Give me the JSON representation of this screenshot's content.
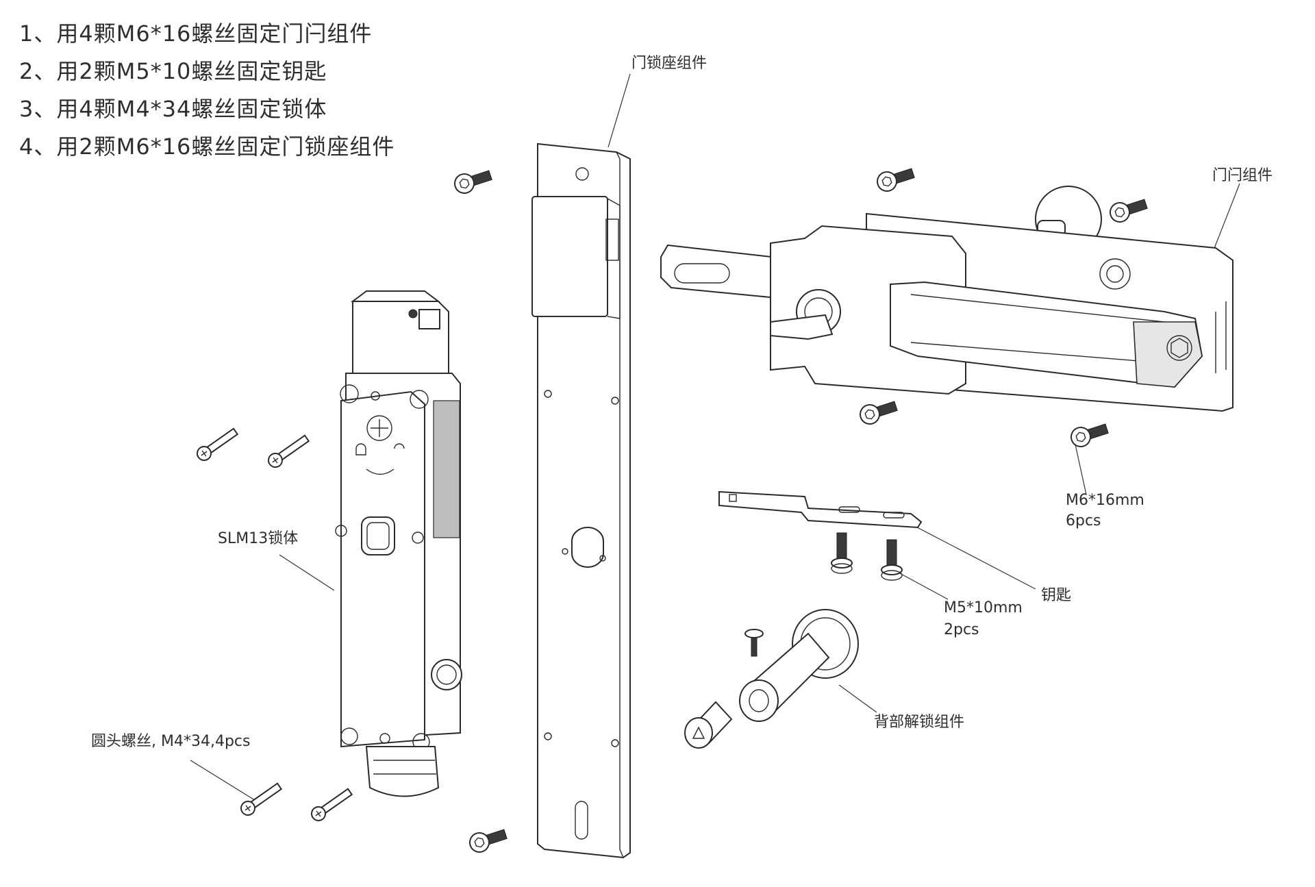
{
  "instructions": [
    "1、用4颗M6*16螺丝固定门闩组件",
    "2、用2颗M5*10螺丝固定钥匙",
    "3、用4颗M4*34螺丝固定锁体",
    "4、用2颗M6*16螺丝固定门锁座组件"
  ],
  "labels": {
    "door_lock_seat": "门锁座组件",
    "door_bolt": "门闩组件",
    "lock_body": "SLM13锁体",
    "m6_line1": "M6*16mm",
    "m6_line2": "6pcs",
    "key": "钥匙",
    "m5_line1": "M5*10mm",
    "m5_line2": "2pcs",
    "rear_unlock": "背部解锁组件",
    "round_screw": "圆头螺丝, M4*34,4pcs"
  },
  "colors": {
    "line": "#2a2a2a",
    "text": "#2e2e2e",
    "background": "#ffffff"
  }
}
